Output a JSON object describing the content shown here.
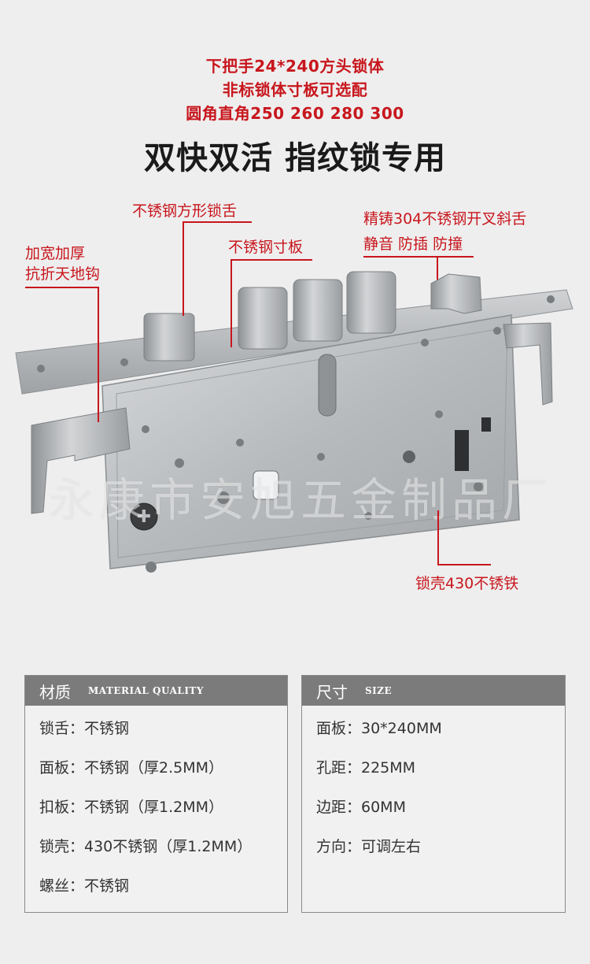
{
  "header": {
    "line1": "下把手24*240方头锁体",
    "line2": "非标锁体寸板可选配",
    "line3": "圆角直角250  260 280 300"
  },
  "title": "双快双活 指纹锁专用",
  "callouts": {
    "bolt": "不锈钢方形锁舌",
    "reinforce1": "加宽加厚",
    "reinforce2": "抗折天地钩",
    "plate": "不锈钢寸板",
    "latch1": "精铸304不锈钢开叉斜舌",
    "latch2": "静音 防插 防撞",
    "shell": "锁壳430不锈铁"
  },
  "watermark": "永康市安旭五金制品厂",
  "material": {
    "title_cn": "材质",
    "title_en": "MATERIAL QUALITY",
    "rows": [
      "锁舌：不锈钢",
      "面板：不锈钢（厚2.5MM）",
      "扣板：不锈钢（厚1.2MM）",
      "锁壳：430不锈钢（厚1.2MM）",
      "螺丝：不锈钢"
    ]
  },
  "size": {
    "title_cn": "尺寸",
    "title_en": "SIZE",
    "rows": [
      "面板：30*240MM",
      "孔距：225MM",
      "边距：60MM",
      "方向：可调左右"
    ]
  },
  "colors": {
    "accent": "#c8161d",
    "panel_header": "#7b7b7b",
    "steel": "#b9bcbf"
  }
}
